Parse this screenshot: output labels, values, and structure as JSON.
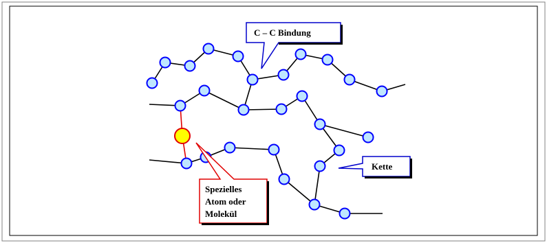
{
  "labels": {
    "bond_callout": "C – C Bindung",
    "chain_callout": "Kette",
    "special_line1": "Spezielles",
    "special_line2": "Atom oder",
    "special_line3": "Molekül"
  },
  "colors": {
    "atom_fill": "#bfe6ff",
    "atom_stroke": "#0000ff",
    "special_atom_fill": "#ffff00",
    "special_atom_stroke": "#e00000",
    "bond_callout_border": "#0000cc",
    "chain_callout_border": "#0000cc",
    "special_callout_border": "#e00000"
  }
}
